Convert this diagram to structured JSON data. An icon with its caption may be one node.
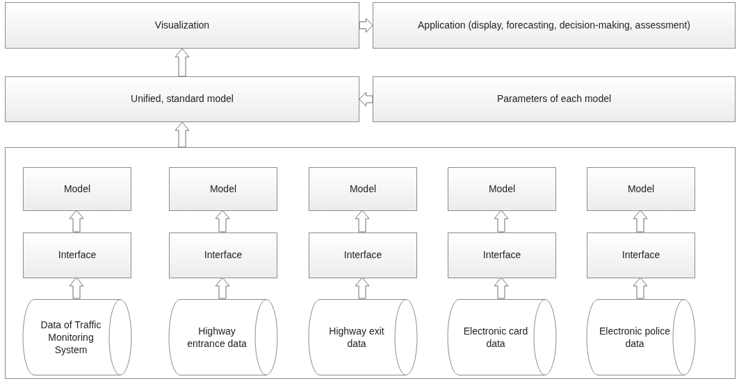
{
  "diagram": {
    "nodes": [
      {
        "text": [
          "Visualization"
        ]
      },
      {
        "text": [
          "Application (display, forecasting, decision-making, assessment)"
        ]
      },
      {
        "text": [
          "Unified, standard model"
        ]
      },
      {
        "text": [
          "Parameters of each model"
        ]
      },
      {
        "text": [],
        "shape": "box"
      },
      {
        "text": [
          "Model"
        ],
        "in": 4
      },
      {
        "text": [
          "Model"
        ],
        "in": 4
      },
      {
        "text": [
          "Model"
        ],
        "in": 4
      },
      {
        "text": [
          "Model"
        ],
        "in": 4
      },
      {
        "text": [
          "Model"
        ],
        "in": 4
      },
      {
        "text": [
          "Interface"
        ],
        "in": 4
      },
      {
        "text": [
          "Interface"
        ],
        "in": 4
      },
      {
        "text": [
          "Interface"
        ],
        "in": 4
      },
      {
        "text": [
          "Interface"
        ],
        "in": 4
      },
      {
        "text": [
          "Interface"
        ],
        "in": 4
      },
      {
        "text": [
          "Data of Traffic Monitoring System"
        ],
        "in": 4
      },
      {
        "text": [
          "Highway entrance data"
        ],
        "in": 4
      },
      {
        "text": [
          "Highway exit data"
        ],
        "in": 4
      },
      {
        "text": [
          "Electronic card data"
        ],
        "in": 4
      },
      {
        "text": [
          "Electronic police data"
        ],
        "in": 4
      }
    ],
    "edges": [
      {
        "from": 0,
        "to": 1,
        "arrow": "to"
      },
      {
        "from": 2,
        "to": 0,
        "arrow": "to"
      },
      {
        "from": 3,
        "to": 2,
        "arrow": "to"
      },
      {
        "from": 4,
        "to": 2,
        "arrow": "to"
      },
      {
        "from": 10,
        "to": 5,
        "arrow": "to"
      },
      {
        "from": 11,
        "to": 6,
        "arrow": "to"
      },
      {
        "from": 12,
        "to": 7,
        "arrow": "to"
      },
      {
        "from": 13,
        "to": 8,
        "arrow": "to"
      },
      {
        "from": 14,
        "to": 9,
        "arrow": "to"
      },
      {
        "from": 15,
        "to": 10,
        "arrow": "to"
      },
      {
        "from": 16,
        "to": 11,
        "arrow": "to"
      },
      {
        "from": 17,
        "to": 12,
        "arrow": "to"
      },
      {
        "from": 18,
        "to": 13,
        "arrow": "to"
      },
      {
        "from": 19,
        "to": 14,
        "arrow": "to"
      }
    ]
  }
}
